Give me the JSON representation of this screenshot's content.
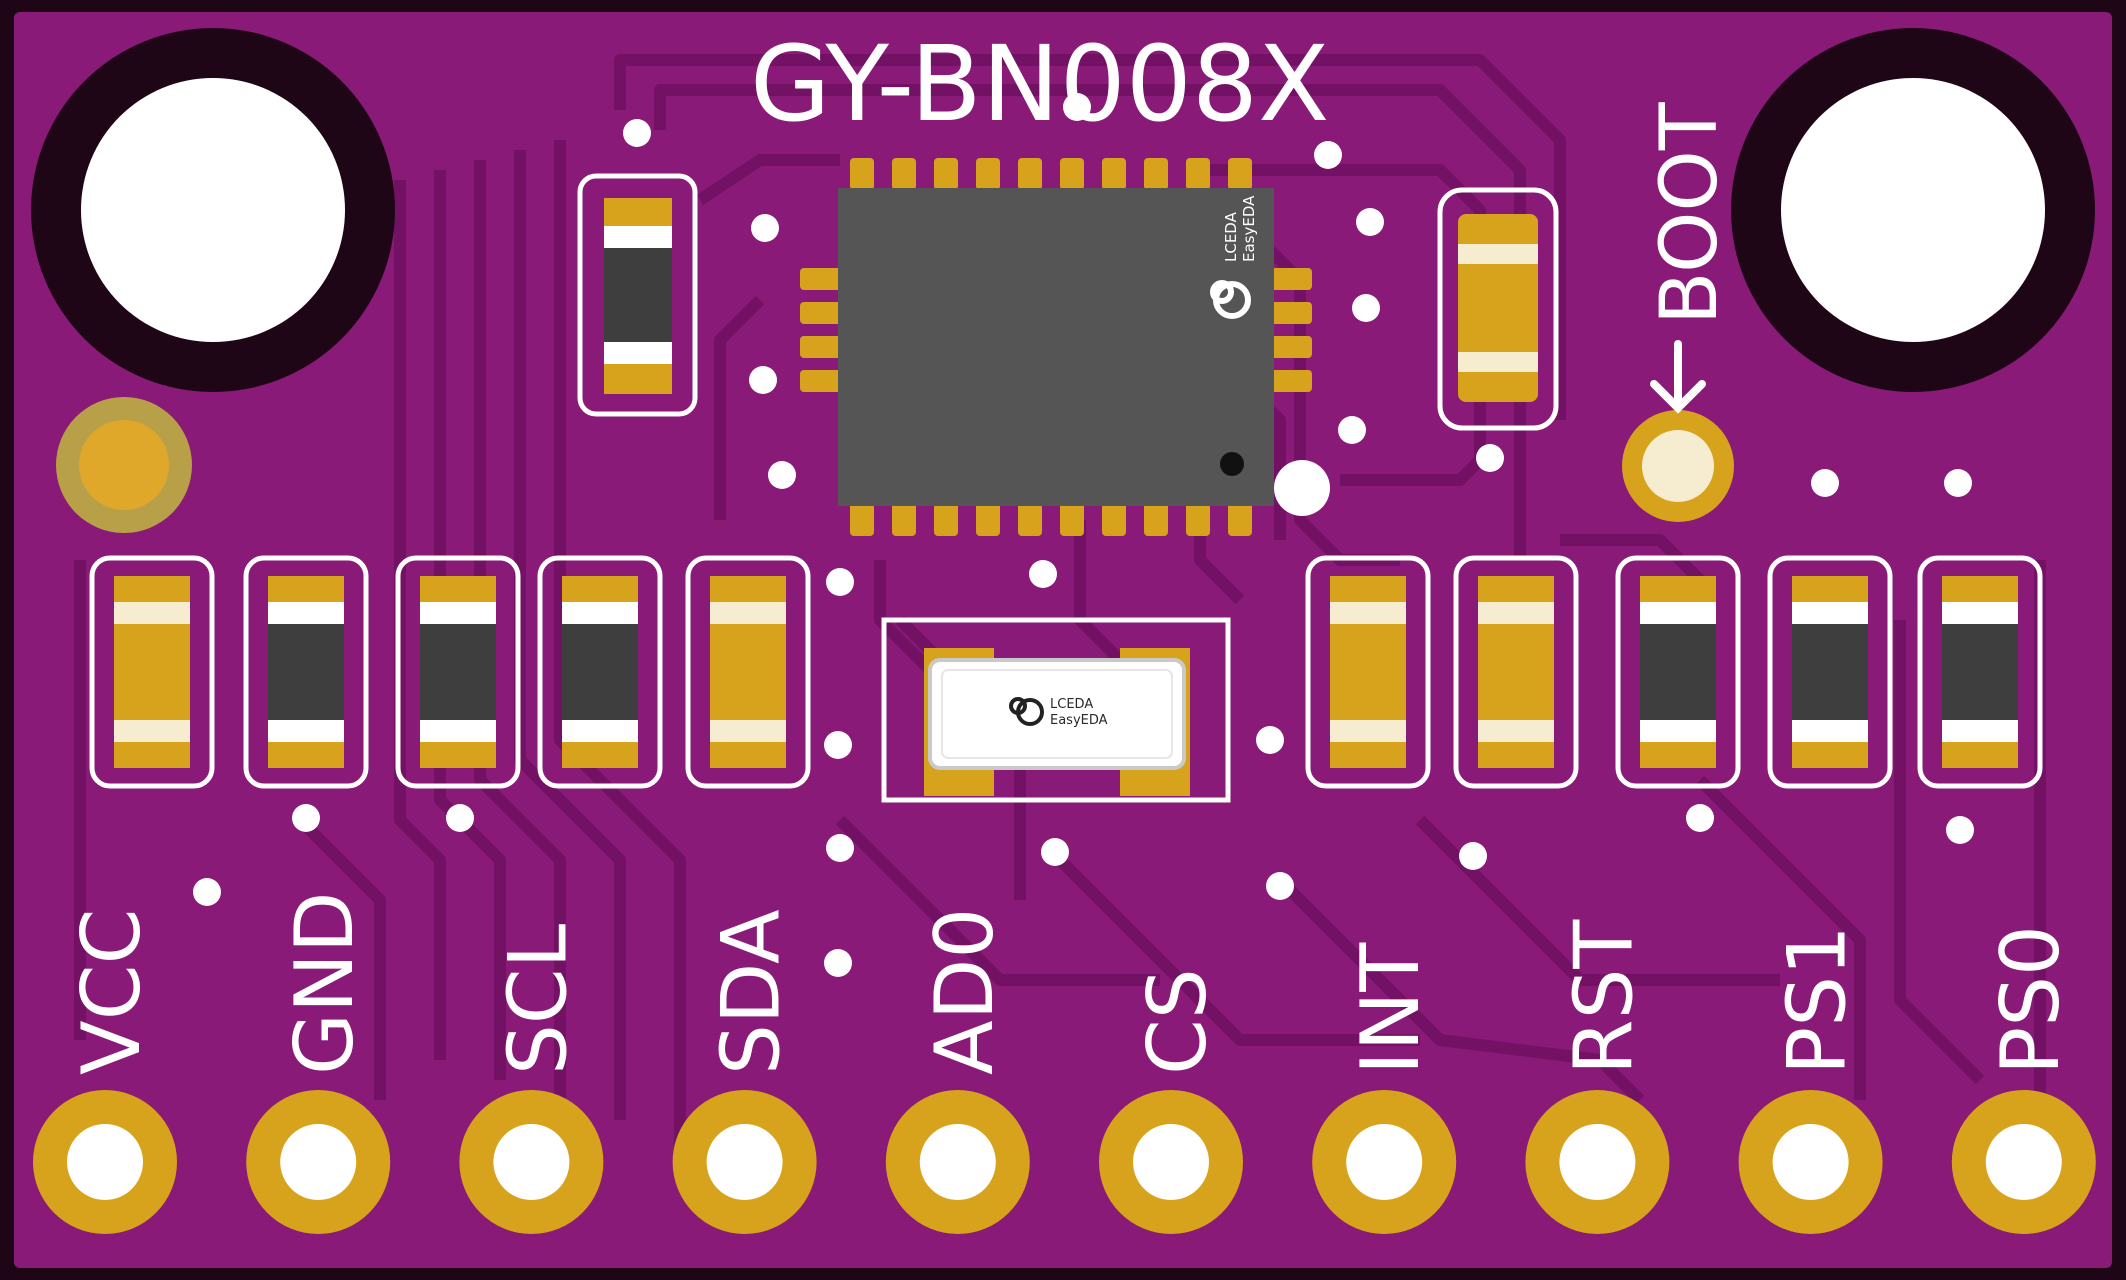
{
  "board": {
    "title": "GY-BN008X",
    "boot_label": "BOOT",
    "pins": [
      "VCC",
      "GND",
      "SCL",
      "SDA",
      "AD0",
      "CS",
      "INT",
      "RST",
      "PS1",
      "PS0"
    ],
    "chip_logo_lines": [
      "LCEDA",
      "EasyEDA"
    ],
    "crystal_logo_lines": [
      "LCEDA",
      "EasyEDA"
    ]
  },
  "colors": {
    "board_edge": "#1e0616",
    "solder_mask": "#8a1a78",
    "copper_trace": "#7c146c",
    "gold_pad": "#d8a31c",
    "silkscreen": "#ffffff",
    "ic_body": "#555555",
    "resistor_body": "#3e3e3e"
  }
}
